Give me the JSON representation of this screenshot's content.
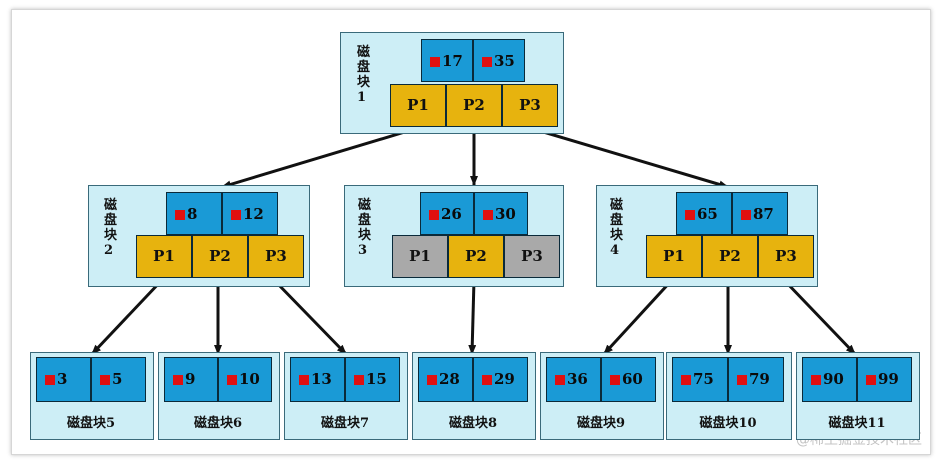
{
  "root": {
    "label": "磁盘块1",
    "keys": [
      "17",
      "35"
    ],
    "pointers": [
      "P1",
      "P2",
      "P3"
    ]
  },
  "level2": [
    {
      "label": "磁盘块2",
      "keys": [
        "8",
        "12"
      ],
      "pointers": [
        "P1",
        "P2",
        "P3"
      ]
    },
    {
      "label": "磁盘块3",
      "keys": [
        "26",
        "30"
      ],
      "pointers": [
        "P1",
        "P2",
        "P3"
      ]
    },
    {
      "label": "磁盘块4",
      "keys": [
        "65",
        "87"
      ],
      "pointers": [
        "P1",
        "P2",
        "P3"
      ]
    }
  ],
  "leaves": [
    {
      "label": "磁盘块5",
      "keys": [
        "3",
        "5"
      ]
    },
    {
      "label": "磁盘块6",
      "keys": [
        "9",
        "10"
      ]
    },
    {
      "label": "磁盘块7",
      "keys": [
        "13",
        "15"
      ]
    },
    {
      "label": "磁盘块8",
      "keys": [
        "28",
        "29"
      ]
    },
    {
      "label": "磁盘块9",
      "keys": [
        "36",
        "60"
      ]
    },
    {
      "label": "磁盘块10",
      "keys": [
        "75",
        "79"
      ]
    },
    {
      "label": "磁盘块11",
      "keys": [
        "90",
        "99"
      ]
    }
  ],
  "watermark": "@稀土掘金技术社区",
  "colors": {
    "node_fill": "#cdeef6",
    "key_cell": "#1a9ad6",
    "pointer_cell": "#e7b30e",
    "unused_pointer": "#a9a9a9",
    "marker": "#e01010"
  }
}
